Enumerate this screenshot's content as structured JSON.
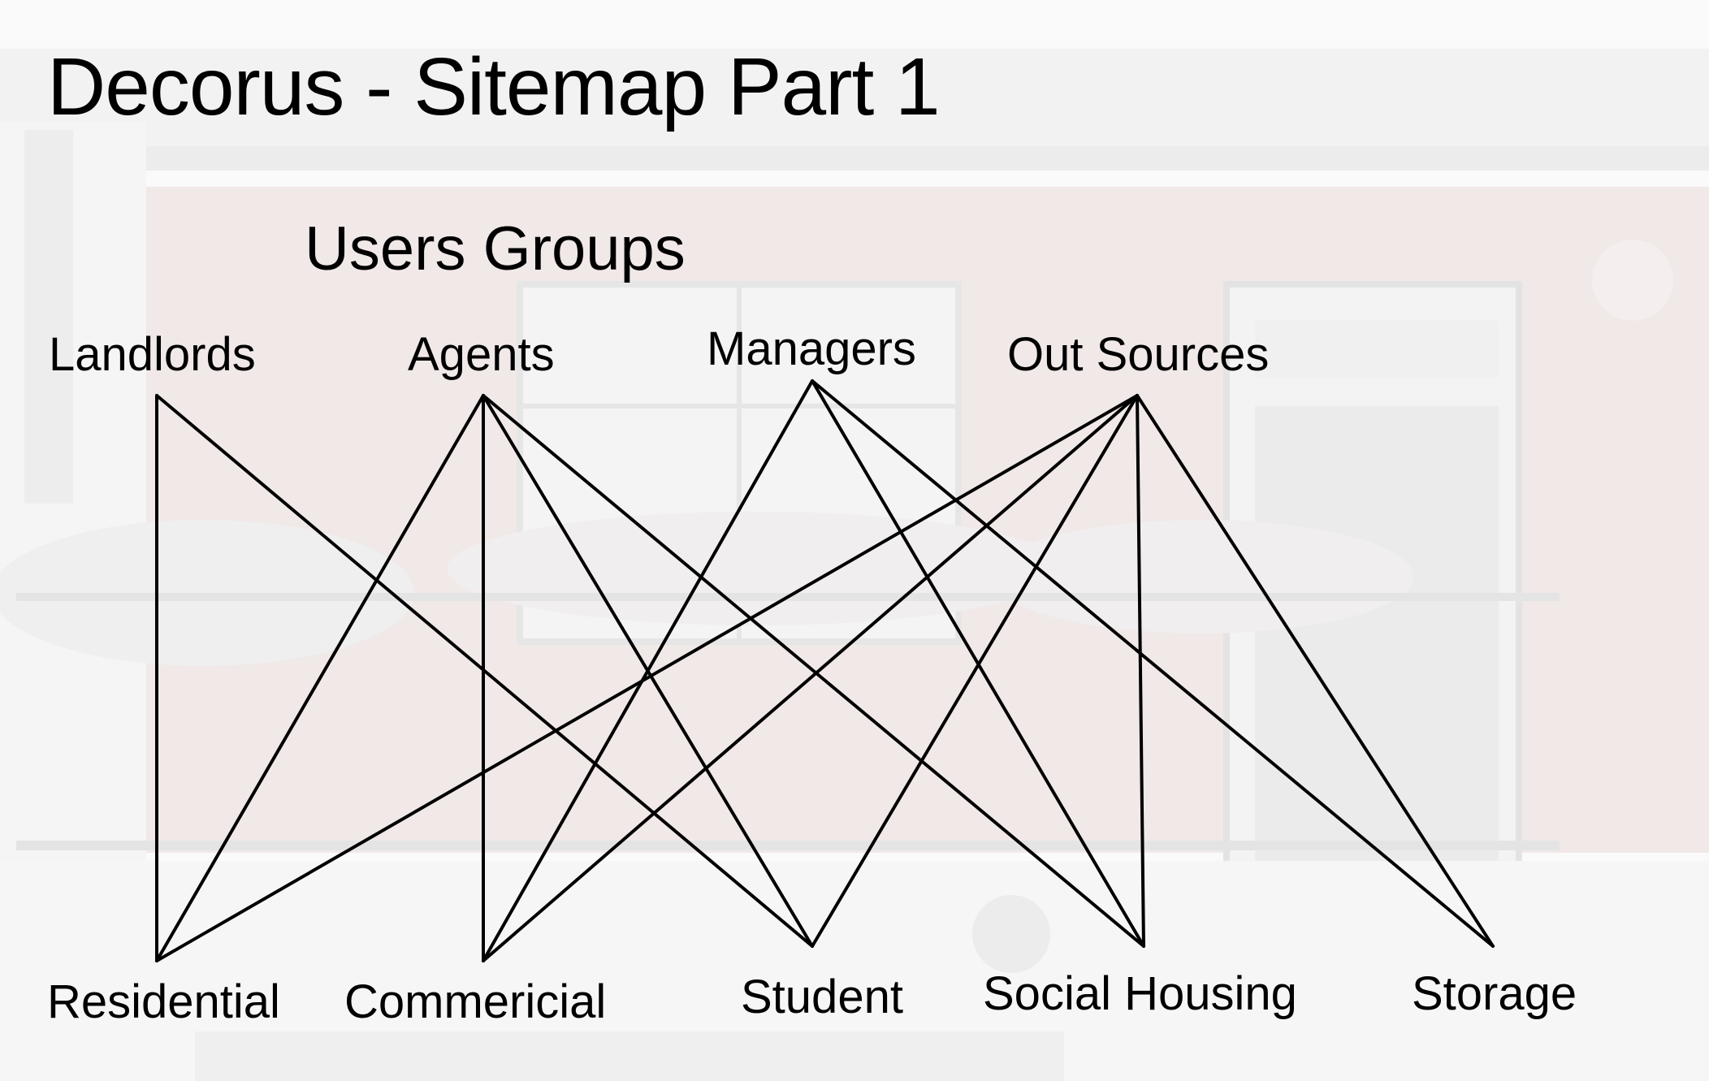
{
  "title": "Decorus - Sitemap Part 1",
  "subtitle": "Users Groups",
  "user_groups": [
    {
      "id": "landlords",
      "label": "Landlords"
    },
    {
      "id": "agents",
      "label": "Agents"
    },
    {
      "id": "managers",
      "label": "Managers"
    },
    {
      "id": "out_sources",
      "label": "Out Sources"
    }
  ],
  "property_types": [
    {
      "id": "residential",
      "label": "Residential"
    },
    {
      "id": "commericial",
      "label": "Commericial"
    },
    {
      "id": "student",
      "label": "Student"
    },
    {
      "id": "social_housing",
      "label": "Social Housing"
    },
    {
      "id": "storage",
      "label": "Storage"
    }
  ],
  "connections": [
    {
      "from": "landlords",
      "to": "residential"
    },
    {
      "from": "landlords",
      "to": "student"
    },
    {
      "from": "agents",
      "to": "residential"
    },
    {
      "from": "agents",
      "to": "commericial"
    },
    {
      "from": "agents",
      "to": "student"
    },
    {
      "from": "agents",
      "to": "social_housing"
    },
    {
      "from": "managers",
      "to": "commericial"
    },
    {
      "from": "managers",
      "to": "social_housing"
    },
    {
      "from": "managers",
      "to": "storage"
    },
    {
      "from": "out_sources",
      "to": "residential"
    },
    {
      "from": "out_sources",
      "to": "commericial"
    },
    {
      "from": "out_sources",
      "to": "student"
    },
    {
      "from": "out_sources",
      "to": "social_housing"
    },
    {
      "from": "out_sources",
      "to": "storage"
    }
  ],
  "colors": {
    "line": "#000000",
    "text": "#000000"
  }
}
